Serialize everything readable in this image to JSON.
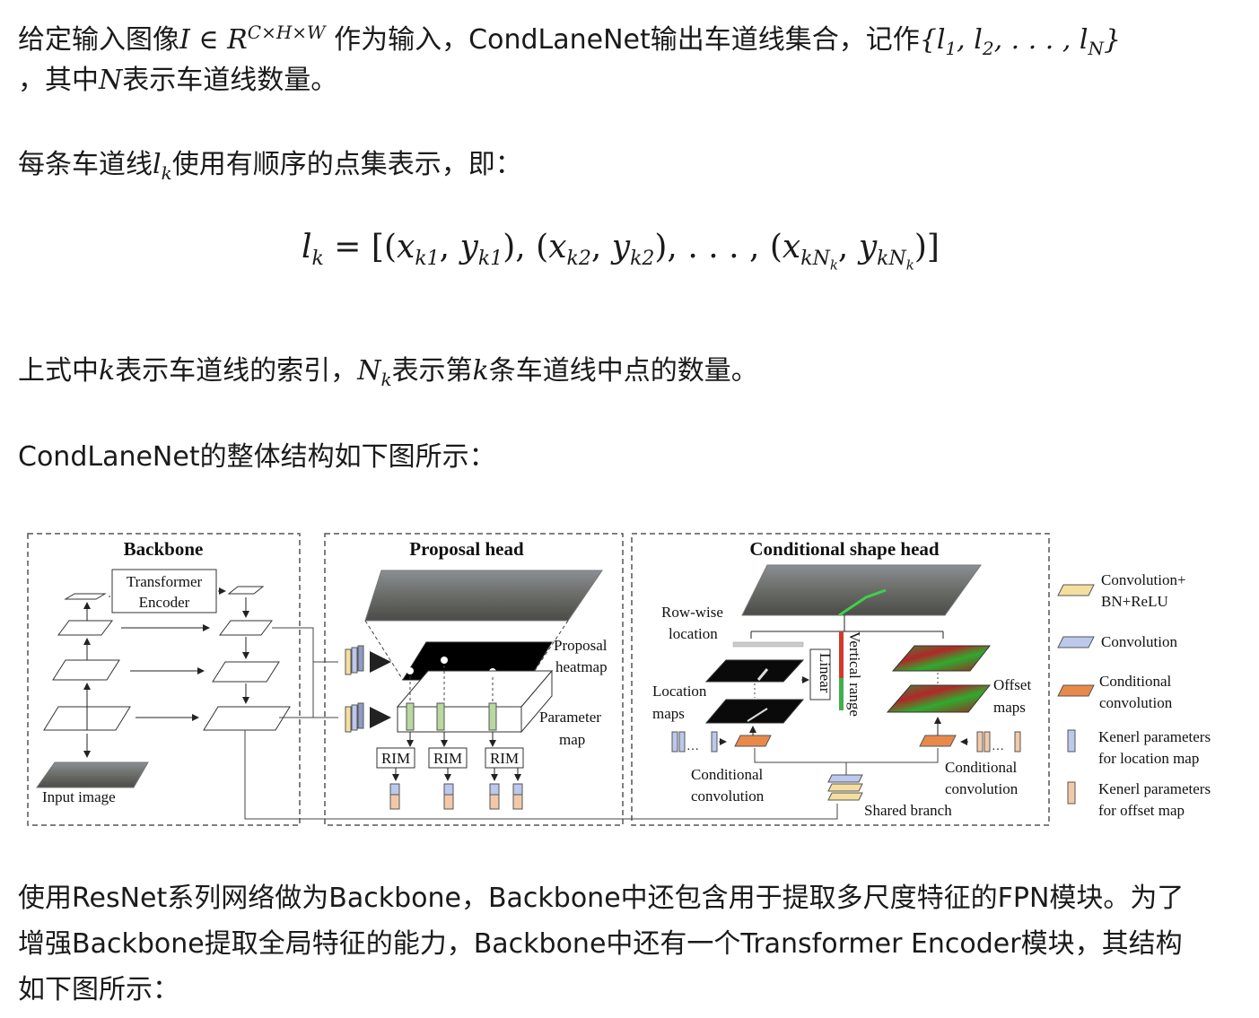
{
  "paragraphs": {
    "p1_a": "给定输入图像",
    "p1_b": "作为输入，CondLaneNet输出车道线集合，记作",
    "p1_c": "，其中",
    "p1_d": "表示车道线数量。",
    "p2_a": "每条车道线",
    "p2_b": "使用有顺序的点集表示，即：",
    "p3_a": "上式中",
    "p3_b": "表示车道线的索引，",
    "p3_c": "表示第",
    "p3_d": "条车道线中点的数量。",
    "p4": "CondLaneNet的整体结构如下图所示：",
    "p5_line1": "使用ResNet系列网络做为Backbone，Backbone中还包含用于提取多尺度特征的FPN模块。为了",
    "p5_line2": "增强Backbone提取全局特征的能力，Backbone中还有一个Transformer Encoder模块，其结构",
    "p5_line3": "如下图所示："
  },
  "diagram": {
    "backbone": {
      "title": "Backbone",
      "encoder_line1": "Transformer",
      "encoder_line2": "Encoder",
      "input_label": "Input image"
    },
    "proposal_head": {
      "title": "Proposal head",
      "heatmap_line1": "Proposal",
      "heatmap_line2": "heatmap",
      "param_line1": "Parameter",
      "param_line2": "map",
      "rim": "RIM"
    },
    "shape_head": {
      "title": "Conditional shape head",
      "rowwise_line1": "Row-wise",
      "rowwise_line2": "location",
      "location_line1": "Location",
      "location_line2": "maps",
      "linear": "Linear",
      "vertical_range": "Vertical range",
      "offset_line1": "Offset",
      "offset_line2": "maps",
      "condconv_line1": "Conditional",
      "condconv_line2": "convolution",
      "shared": "Shared branch"
    },
    "legend": [
      {
        "line1": "Convolution+",
        "line2": "BN+ReLU",
        "color": "#f5dfa0"
      },
      {
        "line1": "Convolution",
        "line2": "",
        "color": "#bcc8ec"
      },
      {
        "line1": "Conditional",
        "line2": "convolution",
        "color": "#e8894a"
      },
      {
        "line1": "Kenerl parameters",
        "line2": "for location map",
        "color": "#bcc8ec"
      },
      {
        "line1": "Kenerl parameters",
        "line2": "for offset map",
        "color": "#f2c9a8"
      }
    ]
  }
}
